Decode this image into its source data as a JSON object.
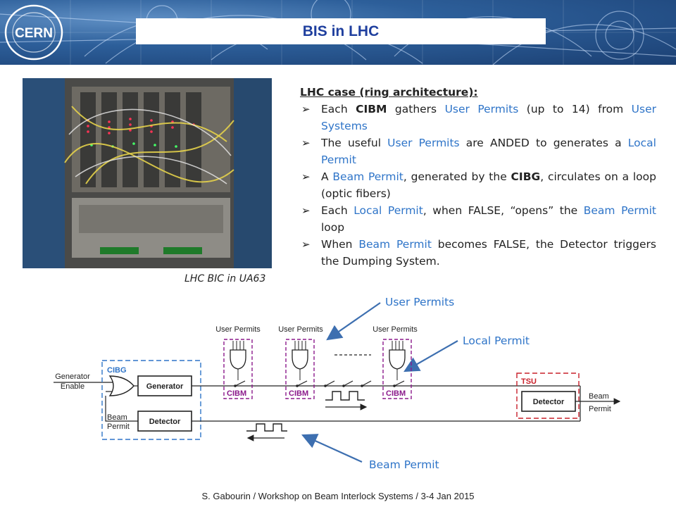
{
  "slide": {
    "title": "BIS in LHC",
    "logo_text": "CERN",
    "caption": "LHC BIC in UA63",
    "heading": "LHC case (ring architecture):",
    "bullets": [
      {
        "parts": [
          {
            "text": "Each ",
            "style": "plain"
          },
          {
            "text": "CIBM",
            "style": "bold"
          },
          {
            "text": " gathers ",
            "style": "plain"
          },
          {
            "text": "User Permits",
            "style": "blue"
          },
          {
            "text": " (up to 14) from ",
            "style": "plain"
          },
          {
            "text": "User Systems",
            "style": "blue"
          }
        ]
      },
      {
        "parts": [
          {
            "text": "The useful ",
            "style": "plain"
          },
          {
            "text": "User Permits",
            "style": "blue"
          },
          {
            "text": " are ANDED to generates a ",
            "style": "plain"
          },
          {
            "text": "Local Permit",
            "style": "blue"
          }
        ]
      },
      {
        "parts": [
          {
            "text": "A ",
            "style": "plain"
          },
          {
            "text": "Beam Permit",
            "style": "blue"
          },
          {
            "text": ", generated by the ",
            "style": "plain"
          },
          {
            "text": "CIBG",
            "style": "bold"
          },
          {
            "text": ", circulates on a loop (optic fibers)",
            "style": "plain"
          }
        ]
      },
      {
        "parts": [
          {
            "text": "Each ",
            "style": "plain"
          },
          {
            "text": "Local Permit",
            "style": "blue"
          },
          {
            "text": ", when FALSE, “opens” the ",
            "style": "plain"
          },
          {
            "text": "Beam Permit",
            "style": "blue"
          },
          {
            "text": " loop",
            "style": "plain"
          }
        ]
      },
      {
        "parts": [
          {
            "text": "When ",
            "style": "plain"
          },
          {
            "text": "Beam Permit",
            "style": "blue"
          },
          {
            "text": " becomes FALSE, the Detector triggers the Dumping System.",
            "style": "plain"
          }
        ]
      }
    ],
    "callouts": {
      "user_permits": "User Permits",
      "local_permit": "Local Permit",
      "beam_permit": "Beam Permit"
    },
    "diagram": {
      "generator_enable": [
        "Generator",
        "Enable"
      ],
      "cibg": "CIBG",
      "generator": "Generator",
      "detector": "Detector",
      "beam_permit_in": [
        "Beam",
        "Permit"
      ],
      "user_permits": "User Permits",
      "cibm": "CIBM",
      "tsu": "TSU",
      "beam_permit_out": [
        "Beam",
        "Permit"
      ]
    },
    "footer": "S. Gabourin / Workshop on Beam Interlock Systems / 3-4 Jan 2015"
  },
  "colors": {
    "title": "#1f3f9e",
    "accent_blue": "#2e74c8",
    "cibg_box": "#2e74c8",
    "cibm_box": "#8b1a8b",
    "tsu_box": "#c8202a"
  }
}
